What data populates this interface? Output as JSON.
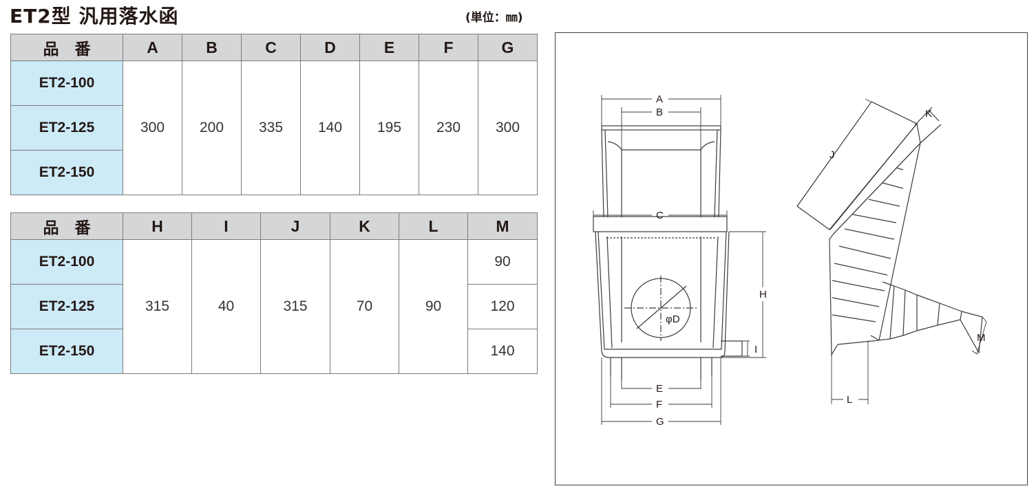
{
  "header": {
    "title": "ET2型  汎用落水函",
    "unit": "(単位：㎜)"
  },
  "table1": {
    "columns": [
      "品　番",
      "A",
      "B",
      "C",
      "D",
      "E",
      "F",
      "G"
    ],
    "models": [
      "ET2-100",
      "ET2-125",
      "ET2-150"
    ],
    "values": [
      "300",
      "200",
      "335",
      "140",
      "195",
      "230",
      "300"
    ]
  },
  "table2": {
    "columns": [
      "品　番",
      "H",
      "I",
      "J",
      "K",
      "L",
      "M"
    ],
    "models": [
      "ET2-100",
      "ET2-125",
      "ET2-150"
    ],
    "shared_values": [
      "315",
      "40",
      "315",
      "70",
      "90"
    ],
    "m_values": [
      "90",
      "120",
      "140"
    ]
  },
  "drawing": {
    "labels": {
      "A": "A",
      "B": "B",
      "C": "C",
      "E": "E",
      "F": "F",
      "G": "G",
      "H": "H",
      "I": "I",
      "D": "φD",
      "J": "J",
      "K": "K",
      "L": "L",
      "M": "M"
    }
  }
}
